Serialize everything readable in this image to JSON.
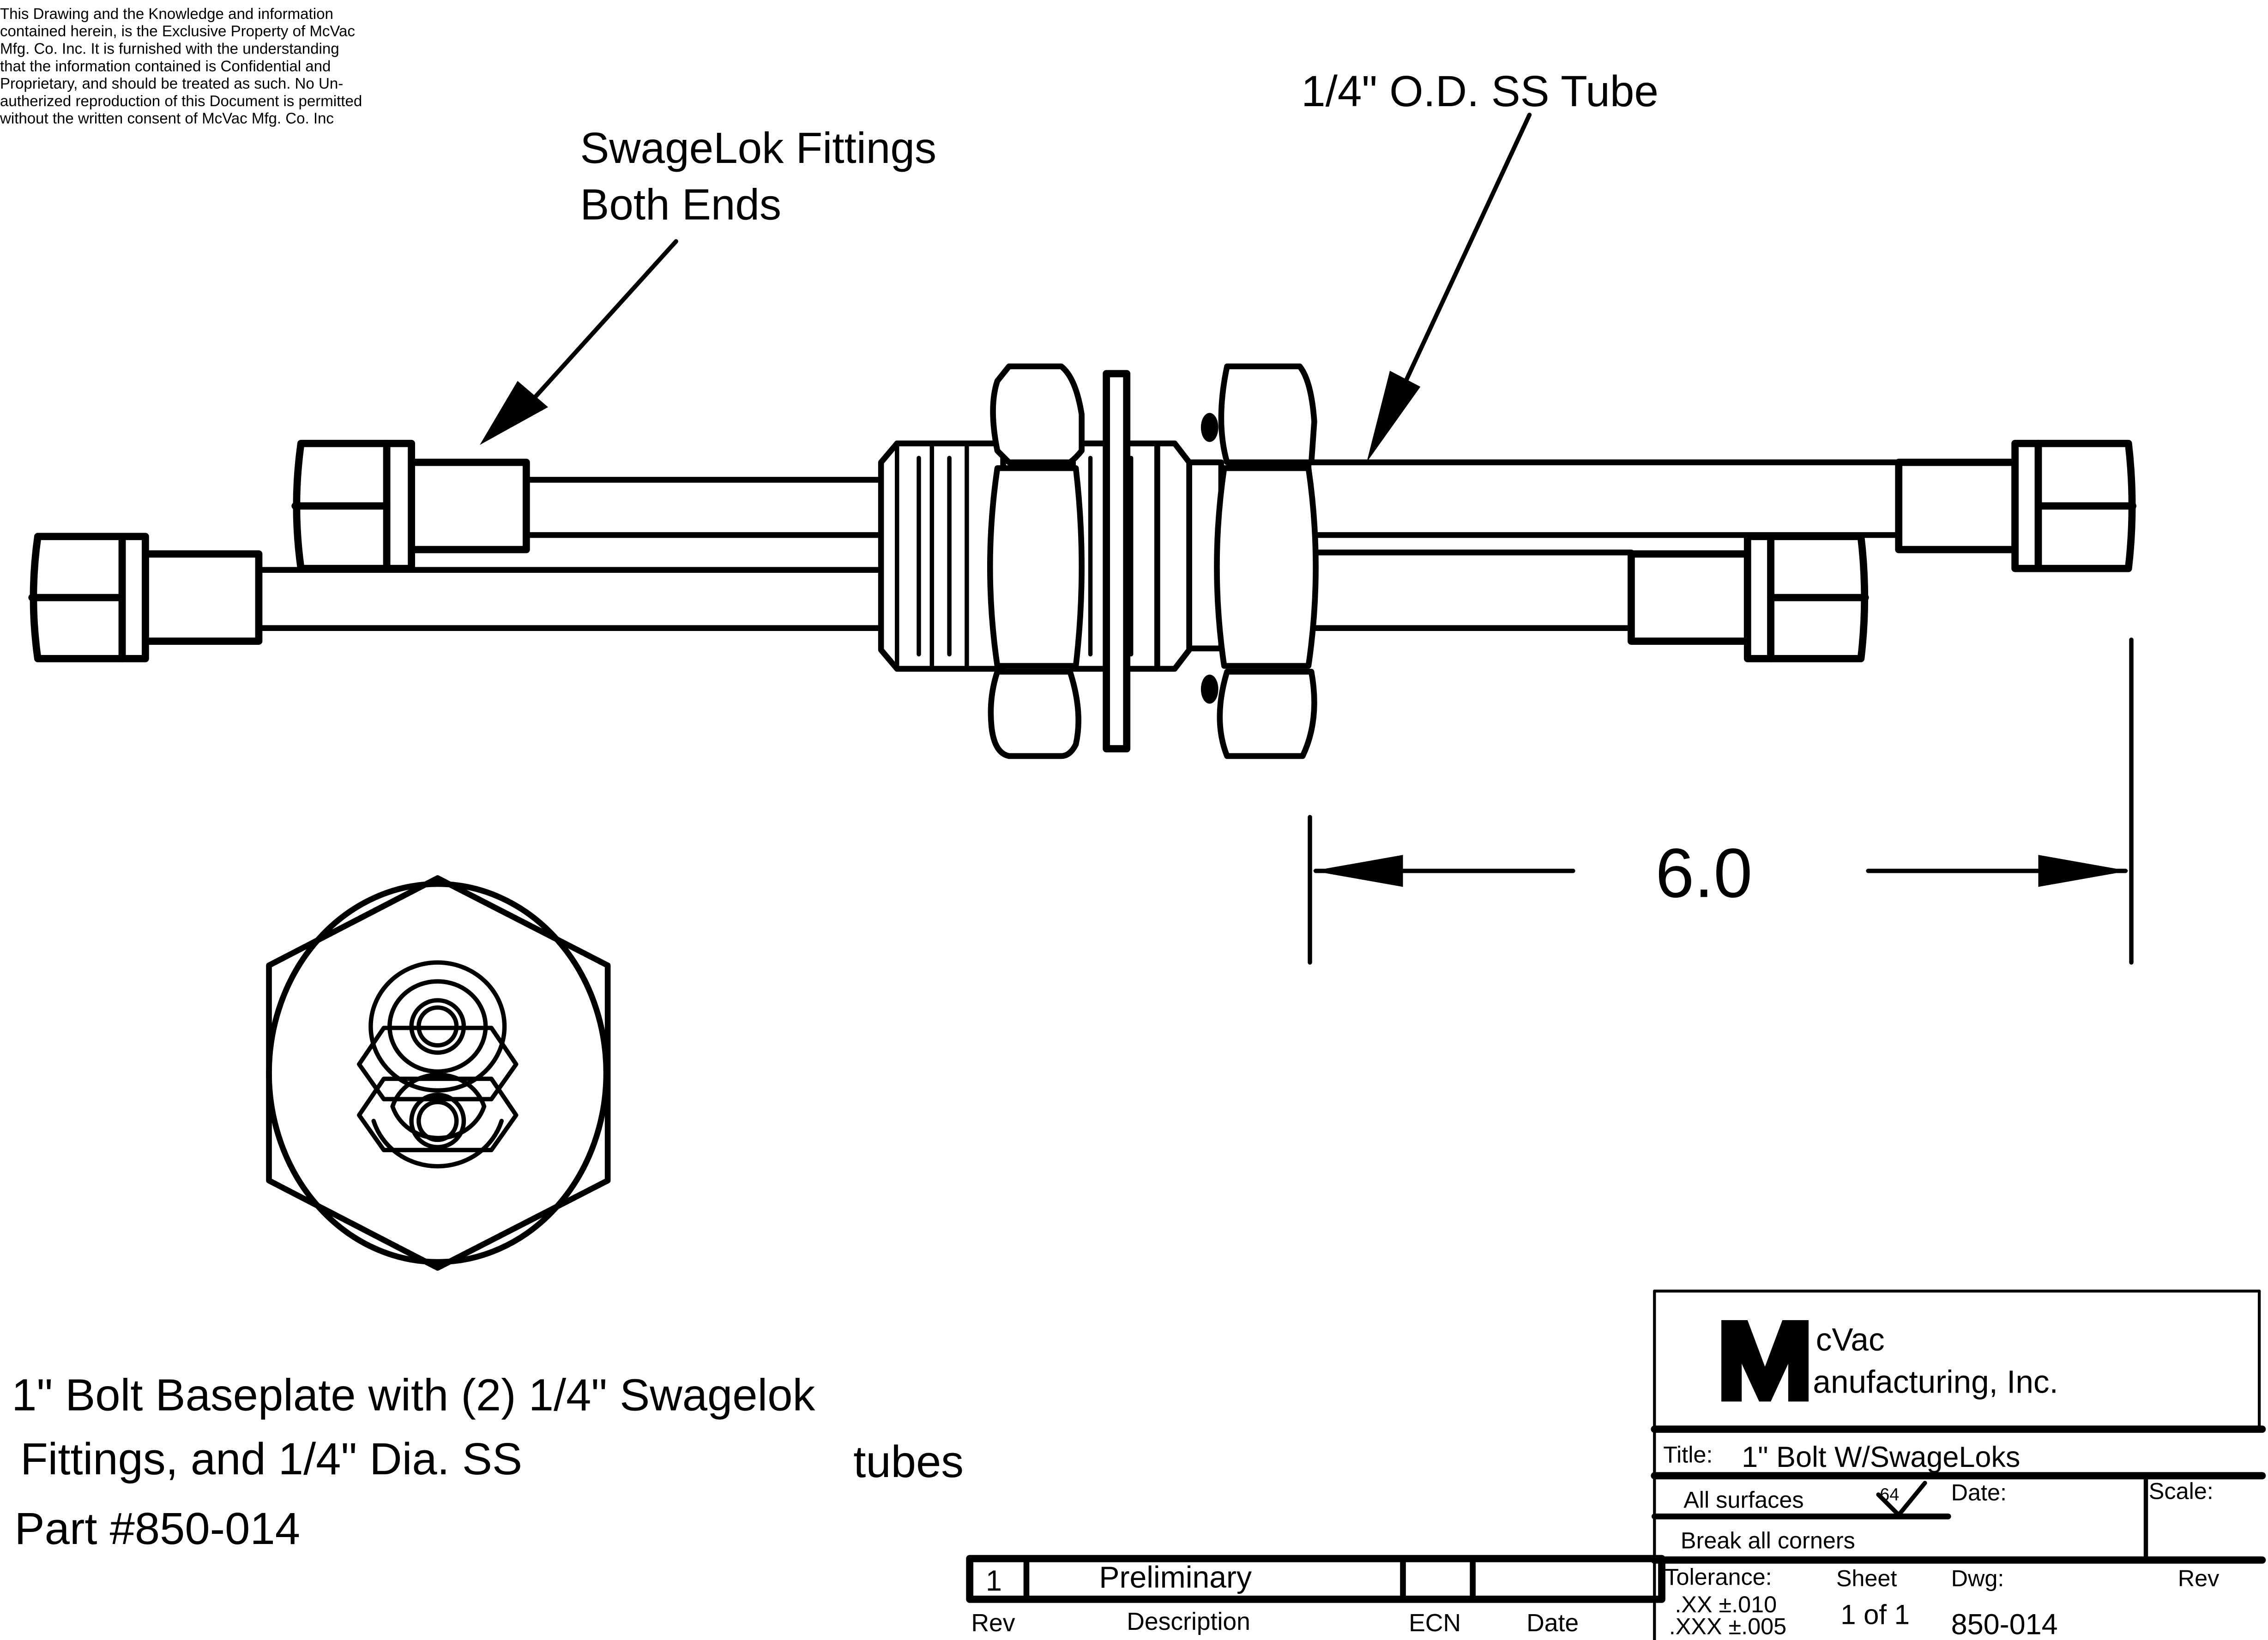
{
  "notice": {
    "lines": [
      "This Drawing and the Knowledge and information",
      "contained herein, is the Exclusive Property of McVac",
      "Mfg. Co. Inc. It is furnished with the understanding",
      "that the information contained is Confidential and",
      "Proprietary, and should be treated as such. No Un-",
      "autherized reproduction of this Document is permitted",
      "without the written consent of McVac Mfg. Co. Inc"
    ]
  },
  "callouts": {
    "fittings_line1": "SwageLok Fittings",
    "fittings_line2": "Both Ends",
    "tube": "1/4\" O.D. SS Tube"
  },
  "dimension": {
    "value": "6.0"
  },
  "description": {
    "line1": "1\" Bolt Baseplate with (2) 1/4\" Swagelok",
    "line2": "Fittings, and 1/4\" Dia. SS",
    "line2_tail": "tubes",
    "part": "Part #850-014"
  },
  "revision_block": {
    "rev": "1",
    "description": "Preliminary",
    "ecn": "",
    "date": "",
    "headers": {
      "rev": "Rev",
      "description": "Description",
      "ecn": "ECN",
      "date": "Date"
    }
  },
  "title_block": {
    "logo_letter": "M",
    "company_line1": "cVac",
    "company_line2": "anufacturing, Inc.",
    "title_label": "Title:",
    "title_value": "1\" Bolt W/SwageLoks",
    "surfaces_label": "All surfaces",
    "surface_finish": "64",
    "date_label": "Date:",
    "scale_label": "Scale:",
    "corners_note": "Break all corners",
    "tolerance_label": "Tolerance:",
    "tol_xx": ".XX  ±.010",
    "tol_xxx": ".XXX  ±.005",
    "sheet_label": "Sheet",
    "sheet_value": "1  of  1",
    "dwg_label": "Dwg:",
    "dwg_value": "850-014",
    "rev_label": "Rev"
  }
}
